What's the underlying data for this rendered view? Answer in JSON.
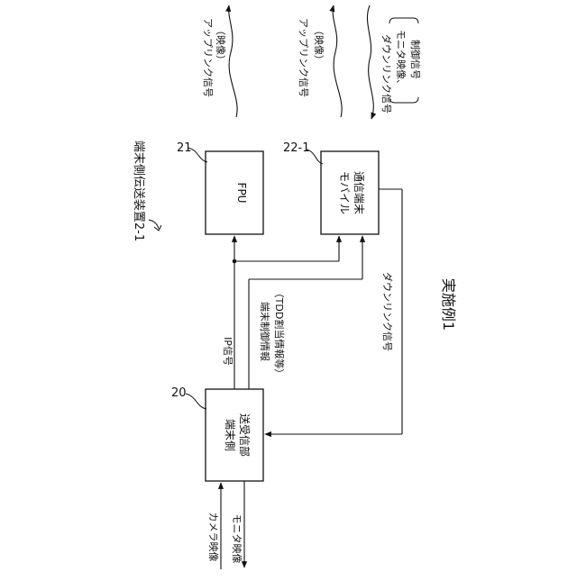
{
  "figure": {
    "caption": "実施例1",
    "system_label": "端末側伝送装置2-1"
  },
  "blocks": {
    "fpu": {
      "ref": "21",
      "label": "FPU"
    },
    "mobile": {
      "ref": "22-1",
      "label_line1": "モバイル",
      "label_line2": "通信端末"
    },
    "transceiver": {
      "ref": "20",
      "label_line1": "端末側",
      "label_line2": "送受信部"
    }
  },
  "signals": {
    "camera_video": "カメラ映像",
    "monitor_video": "モニタ映像",
    "ip_signal": "IP信号",
    "control_info_line1": "端末制御情報",
    "control_info_line2": "（TDD割当情報等）",
    "downlink_signal": "ダウンリンク信号"
  },
  "radio": {
    "fpu_uplink_line1": "アップリンク信号",
    "fpu_uplink_line2": "（映像）",
    "mobile_uplink_line1": "アップリンク信号",
    "mobile_uplink_line2": "（映像）",
    "mobile_downlink_line1": "ダウンリンク信号",
    "mobile_downlink_line2": "モニタ映像、",
    "mobile_downlink_line3": "制御信号"
  }
}
